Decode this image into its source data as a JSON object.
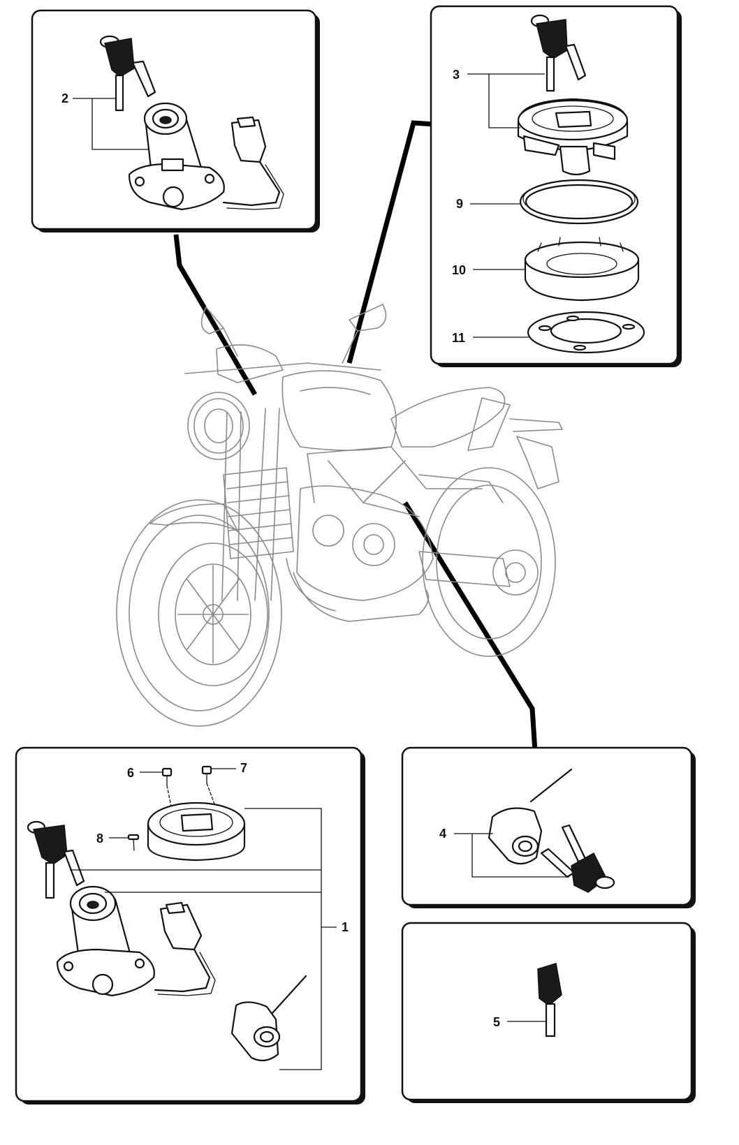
{
  "diagram": {
    "colors": {
      "ink": "#111111",
      "motorcycle_line": "#8a8a8a",
      "background": "#ffffff"
    },
    "panels": [
      {
        "id": "ignition-switch-panel",
        "callouts": [
          "2"
        ]
      },
      {
        "id": "fuel-cap-panel",
        "callouts": [
          "3",
          "9",
          "10",
          "11"
        ]
      },
      {
        "id": "lock-kit-panel",
        "callouts": [
          "6",
          "7",
          "8",
          "1"
        ]
      },
      {
        "id": "seat-lock-panel",
        "callouts": [
          "4"
        ]
      },
      {
        "id": "key-panel",
        "callouts": [
          "5"
        ]
      }
    ],
    "callouts": {
      "c1": "1",
      "c2": "2",
      "c3": "3",
      "c4": "4",
      "c5": "5",
      "c6": "6",
      "c7": "7",
      "c8": "8",
      "c9": "9",
      "c10": "10",
      "c11": "11"
    }
  }
}
